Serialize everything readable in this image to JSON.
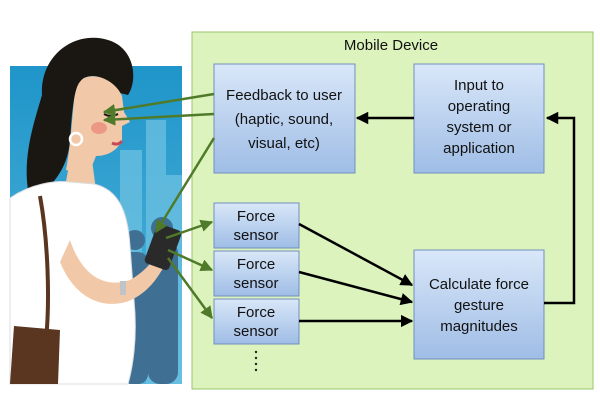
{
  "device": {
    "title": "Mobile Device"
  },
  "boxes": {
    "feedback": [
      "Feedback to user",
      "(haptic, sound,",
      "visual, etc)"
    ],
    "input": [
      "Input to",
      "operating",
      "system or",
      "application"
    ],
    "calculate": [
      "Calculate force",
      "gesture",
      "magnitudes"
    ],
    "sensors": [
      [
        "Force",
        "sensor"
      ],
      [
        "Force",
        "sensor"
      ],
      [
        "Force",
        "sensor"
      ]
    ]
  },
  "colors": {
    "device_fill": "#ddf3bd",
    "device_border": "#98c46b",
    "box_fill_top": "#cfe0f5",
    "box_fill_bottom": "#9ebbe4",
    "box_border": "#6f8fbf",
    "arrow_black": "#000000",
    "arrow_green": "#4f7a2a",
    "sky": "#2fa2cf"
  }
}
